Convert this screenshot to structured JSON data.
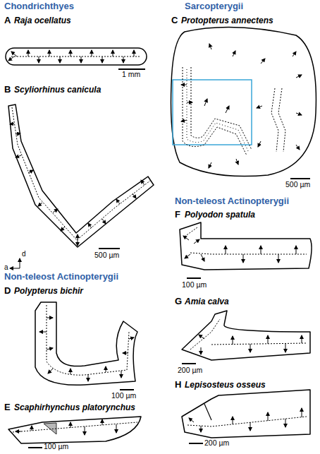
{
  "diagram": {
    "labels": [
      "Chondrichthyes",
      "A",
      "Raja ocellatus",
      "1 mm",
      "B",
      "Scyliorhinus canicula",
      "d",
      "a",
      "500 µm",
      "Sarcopterygii",
      "C",
      "Protopterus annectens",
      "500 µm",
      "Non-teleost Actinopterygii",
      "D",
      "Polypterus bichir",
      "100 µm",
      "E",
      "Scaphirhynchus platorynchus",
      "100 µm",
      "Non-teleost Actinopterygii",
      "F",
      "Polyodon spatula",
      "100 µm",
      "G",
      "Amia calva",
      "200 µm",
      "H",
      "Lepisosteus osseus",
      "200 µm"
    ]
  }
}
